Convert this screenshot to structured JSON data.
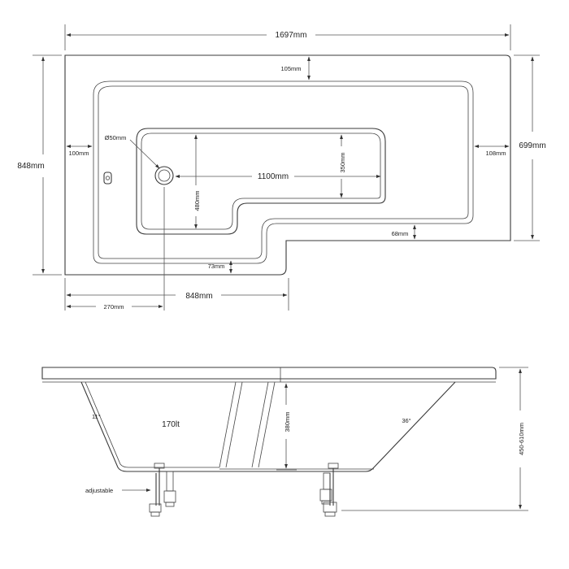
{
  "plan_view": {
    "overall_length": "1697mm",
    "overall_width": "848mm",
    "short_end_width": "699mm",
    "rim_top": "105mm",
    "rim_left": "100mm",
    "rim_right": "108mm",
    "rim_step": "68mm",
    "rim_bottom": "73mm",
    "waste_diameter": "Ø50mm",
    "basin_length": "1100mm",
    "basin_width_narrow": "350mm",
    "basin_width_wide": "480mm",
    "step_length": "848mm",
    "waste_offset": "270mm"
  },
  "side_view": {
    "head_angle": "11°",
    "capacity": "170lt",
    "foot_angle": "36°",
    "depth": "380mm",
    "height_range": "450-610mm",
    "legs_label": "adjustable"
  }
}
